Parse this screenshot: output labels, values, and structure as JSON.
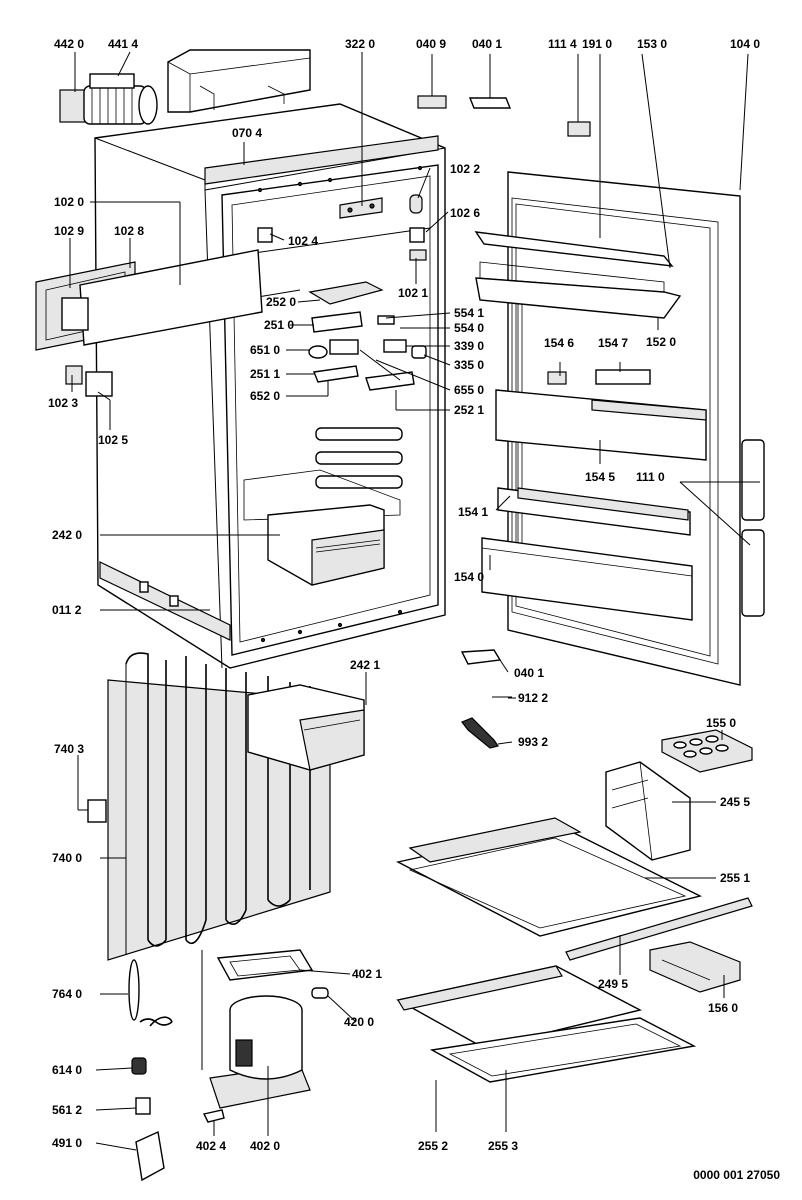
{
  "parts": {
    "p4420": "442 0",
    "p4414": "441 4",
    "p3220": "322 0",
    "p0409": "040 9",
    "p0401a": "040 1",
    "p1114": "111 4",
    "p1910": "191 0",
    "p1530": "153 0",
    "p1040": "104 0",
    "p0704": "070 4",
    "p1022": "102 2",
    "p1020": "102 0",
    "p1026": "102 6",
    "p1029": "102 9",
    "p1028": "102 8",
    "p1024": "102 4",
    "p1021": "102 1",
    "p2520": "252 0",
    "p5541": "554 1",
    "p2510": "251 0",
    "p5540": "554 0",
    "p6510": "651 0",
    "p3390": "339 0",
    "p2511": "251 1",
    "p3350": "335 0",
    "p6520": "652 0",
    "p6550": "655 0",
    "p2521": "252 1",
    "p1023": "102 3",
    "p1025": "102 5",
    "p1546": "154 6",
    "p1547": "154 7",
    "p1520": "152 0",
    "p1545": "154 5",
    "p1110": "111 0",
    "p1541": "154 1",
    "p2420": "242 0",
    "p1540": "154 0",
    "p0112": "011 2",
    "p0401b": "040 1",
    "p2421": "242 1",
    "p9122": "912 2",
    "p9932": "993 2",
    "p1550": "155 0",
    "p7403": "740 3",
    "p2455": "245 5",
    "p7400": "740 0",
    "p2551": "255 1",
    "p2495": "249 5",
    "p7640": "764 0",
    "p4021": "402 1",
    "p1560": "156 0",
    "p4200": "420 0",
    "p6140": "614 0",
    "p5612": "561 2",
    "p4910": "491 0",
    "p4024": "402 4",
    "p4020": "402 0",
    "p2552": "255 2",
    "p2553": "255 3"
  },
  "document_number": "0000 001 27050"
}
